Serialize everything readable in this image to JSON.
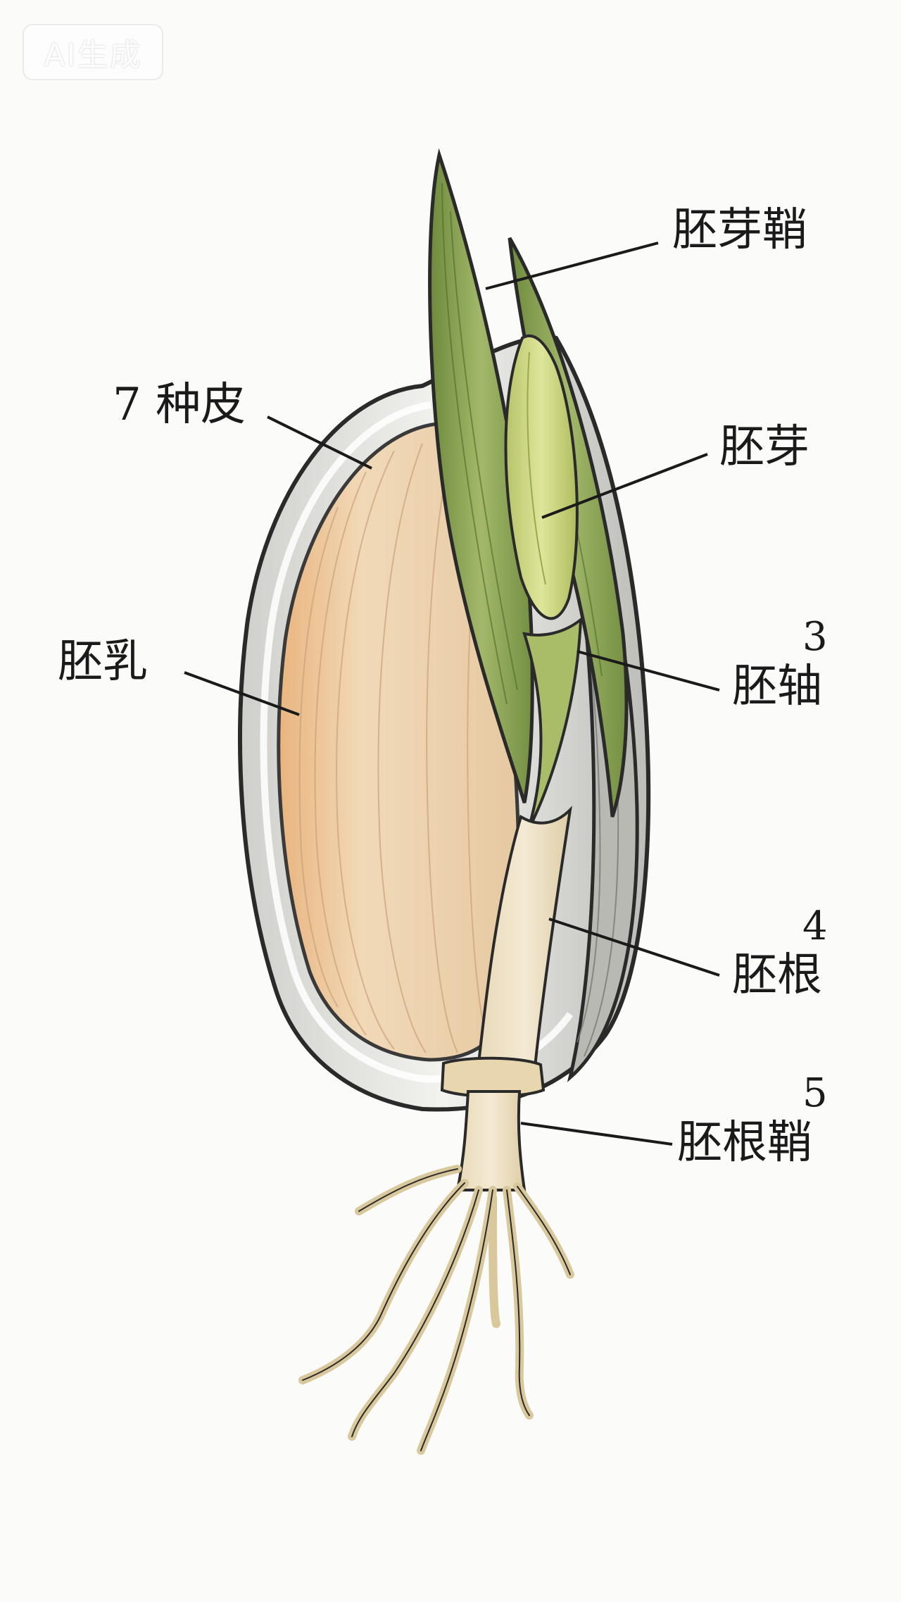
{
  "watermark": "AI生成",
  "labels": {
    "coleoptile": "胚芽鞘",
    "seed_coat": "7 种皮",
    "plumule": "胚芽",
    "endosperm": "胚乳",
    "hypocotyl_num": "3",
    "hypocotyl": "胚轴",
    "radicle_num": "4",
    "radicle": "胚根",
    "coleorhiza_num": "5",
    "coleorhiza": "胚根鞘"
  },
  "colors": {
    "background": "#fbfbfa",
    "endosperm": "#ecd2ae",
    "seed_coat": "#e3e3e0",
    "leaf_green": "#8fa65a",
    "plumule_green": "#c8d27a",
    "root": "#efe2c4",
    "outline": "#2a2a2a"
  }
}
